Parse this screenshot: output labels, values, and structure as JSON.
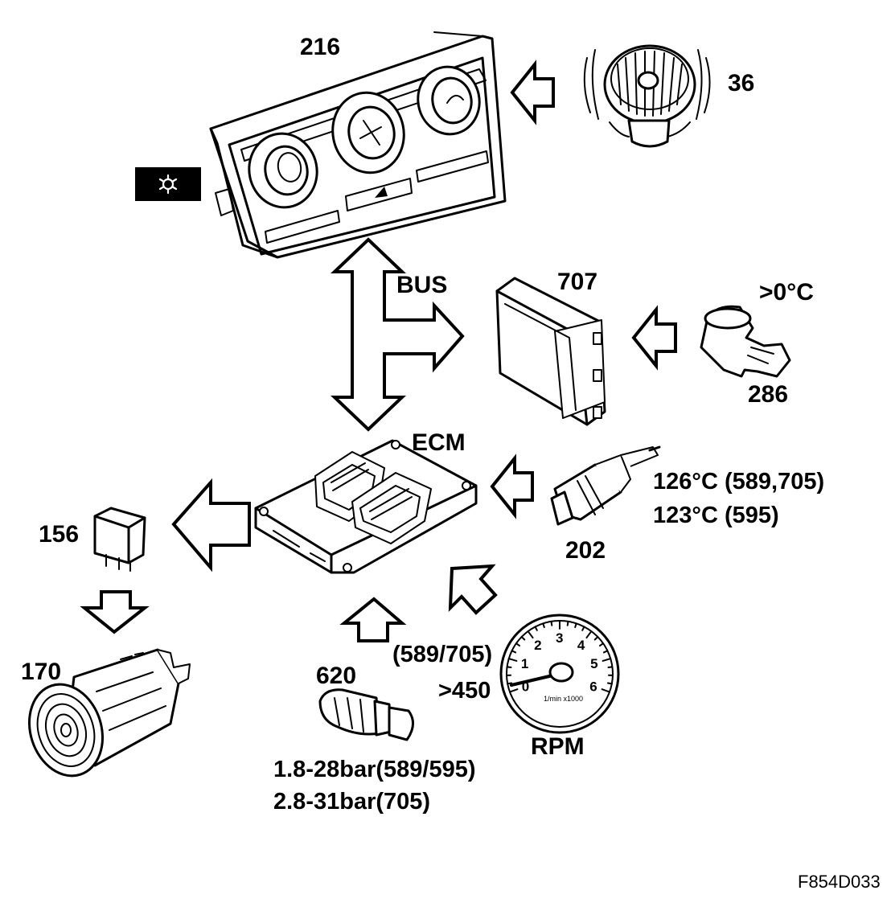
{
  "labels": {
    "control_panel": "216",
    "blower": "36",
    "bus": "BUS",
    "module_707": "707",
    "ambient_temp": ">0°C",
    "sensor_286": "286",
    "ecm": "ECM",
    "temp_589_705": "126°C (589,705)",
    "temp_595": "123°C (595)",
    "sensor_202": "202",
    "relay": "156",
    "compressor": "170",
    "pressure_switch": "620",
    "rpm_variants": "(589/705)",
    "rpm_threshold": ">450",
    "rpm": "RPM",
    "pressure_589_595": "1.8-28bar(589/595)",
    "pressure_705": "2.8-31bar(705)",
    "figure_code": "F854D033"
  },
  "gauge": {
    "numbers": [
      "0",
      "1",
      "2",
      "3",
      "4",
      "5",
      "6"
    ],
    "unit": "1/min x1000"
  },
  "icons": {
    "ac_button": "snowflake-icon"
  }
}
